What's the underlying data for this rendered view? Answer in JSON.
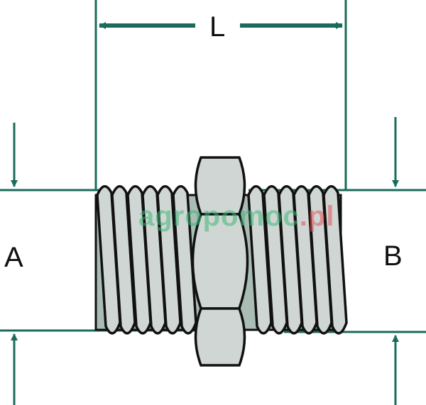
{
  "labels": {
    "length": "L",
    "diameter_a": "A",
    "diameter_b": "B"
  },
  "watermark": {
    "main": "agropomoc",
    "suffix": ".pl"
  },
  "colors": {
    "dimension_line": "#1b6b5c",
    "body": "#a9bdb5",
    "thread": "#cfd6d3",
    "outline": "#111111"
  }
}
